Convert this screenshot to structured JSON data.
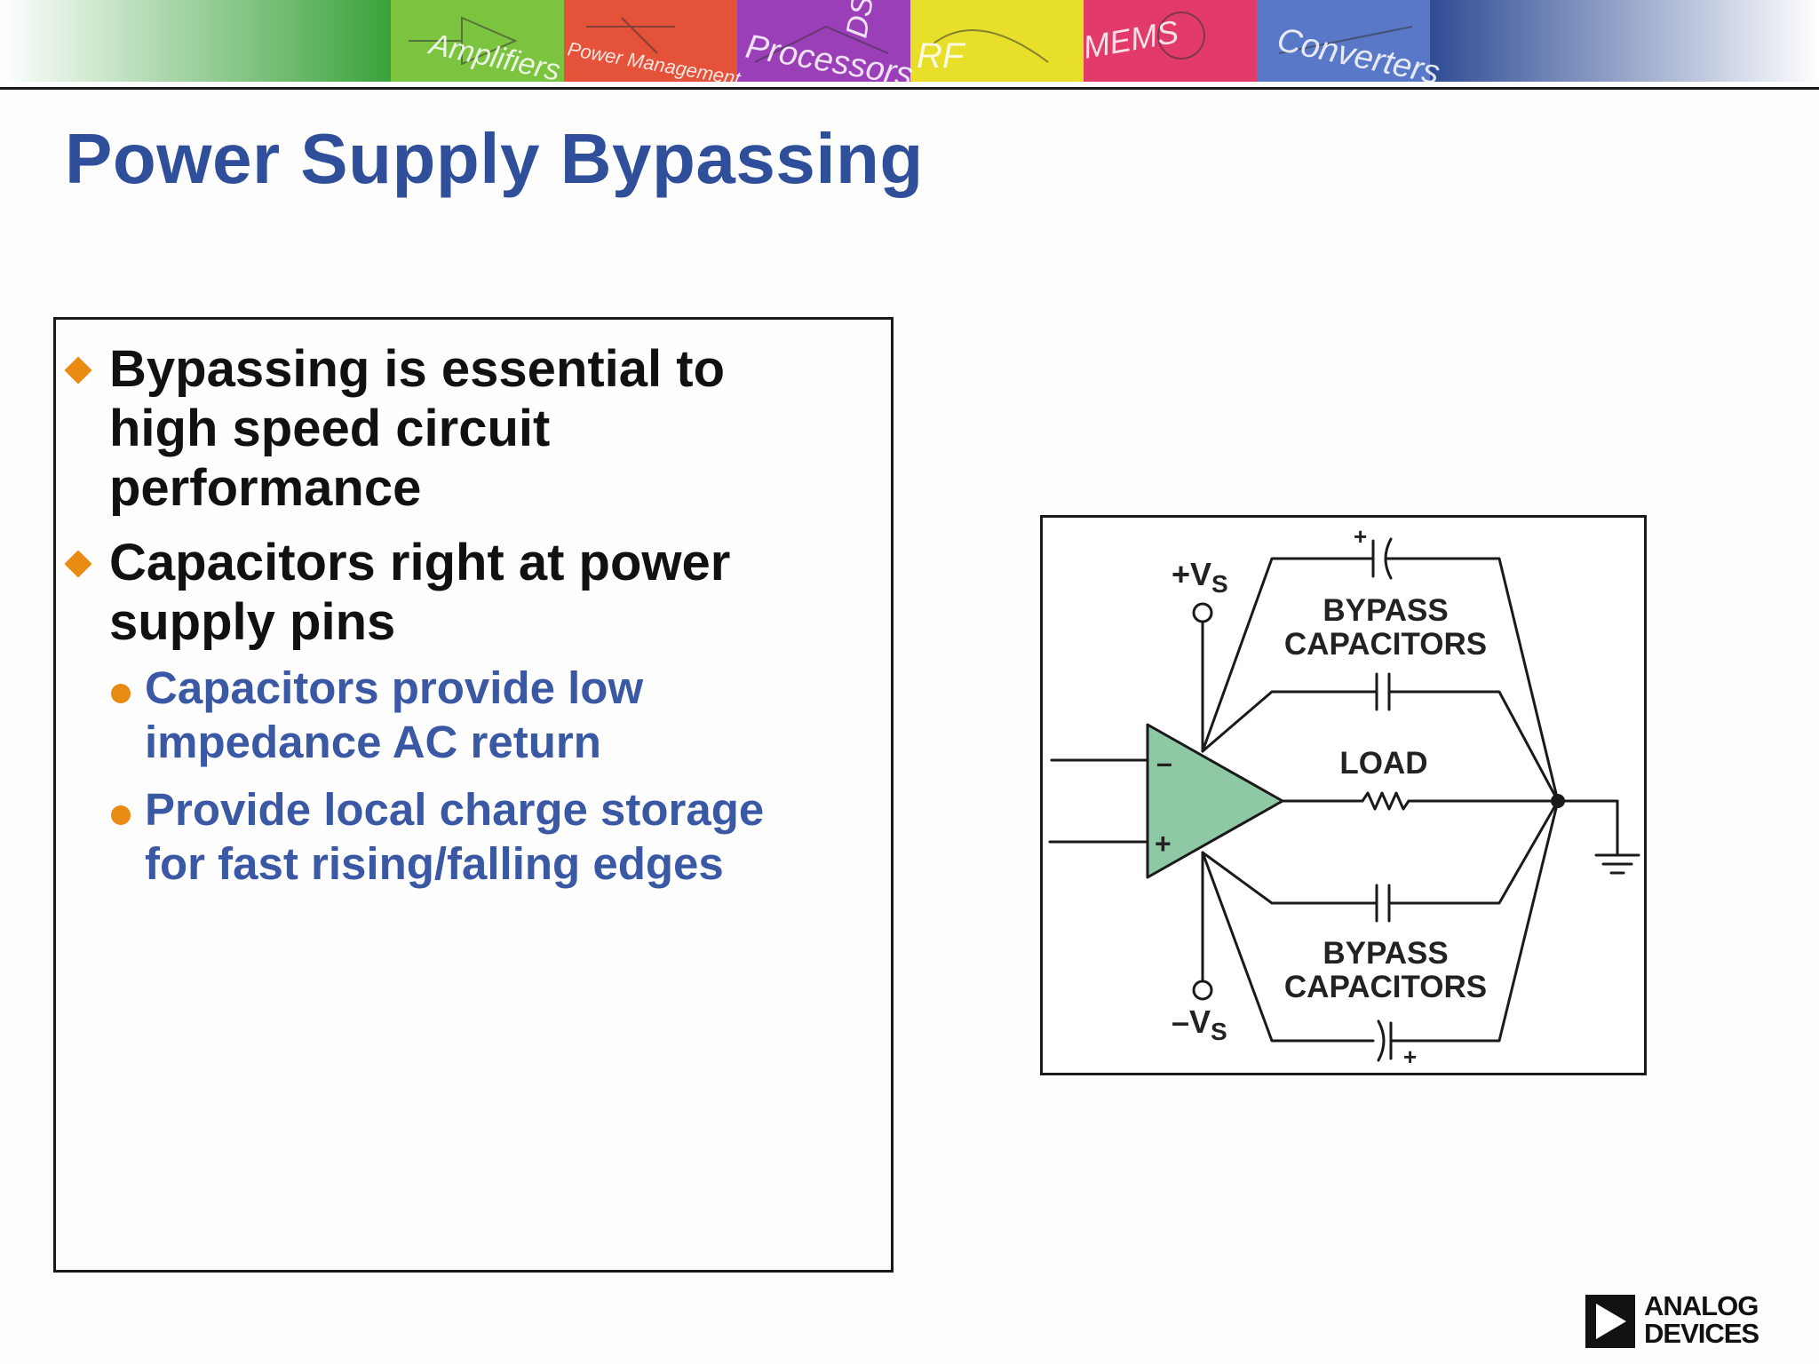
{
  "slide": {
    "title": "Power Supply Bypassing",
    "banner_labels": [
      "Amplifiers",
      "Power Management",
      "Processors",
      "DSP",
      "RF",
      "MEMS",
      "Converters"
    ]
  },
  "bullets": [
    {
      "text": "Bypassing is essential to high speed circuit performance",
      "lines": [
        "Bypassing is essential to",
        "high speed circuit",
        "performance"
      ]
    },
    {
      "text": "Capacitors right at power supply pins",
      "lines": [
        "Capacitors right at power",
        "supply pins"
      ]
    }
  ],
  "sub_bullets": [
    {
      "lines": [
        "Capacitors provide low",
        "impedance AC return"
      ]
    },
    {
      "lines": [
        "Provide local charge storage",
        "for fast rising/falling edges"
      ]
    }
  ],
  "diagram": {
    "pos_supply": "+V",
    "neg_supply": "–V",
    "supply_subscript": "S",
    "bypass_top_line1": "BYPASS",
    "bypass_top_line2": "CAPACITORS",
    "load": "LOAD",
    "bypass_bottom_line1": "BYPASS",
    "bypass_bottom_line2": "CAPACITORS",
    "plus": "+",
    "minus": "–",
    "opamp_fill": "#8fc8a4"
  },
  "logo": {
    "line1": "ANALOG",
    "line2": "DEVICES"
  },
  "colors": {
    "title": "#2f4f9a",
    "sub_bullet_text": "#3b58a4",
    "bullet_marker": "#e98a12"
  }
}
